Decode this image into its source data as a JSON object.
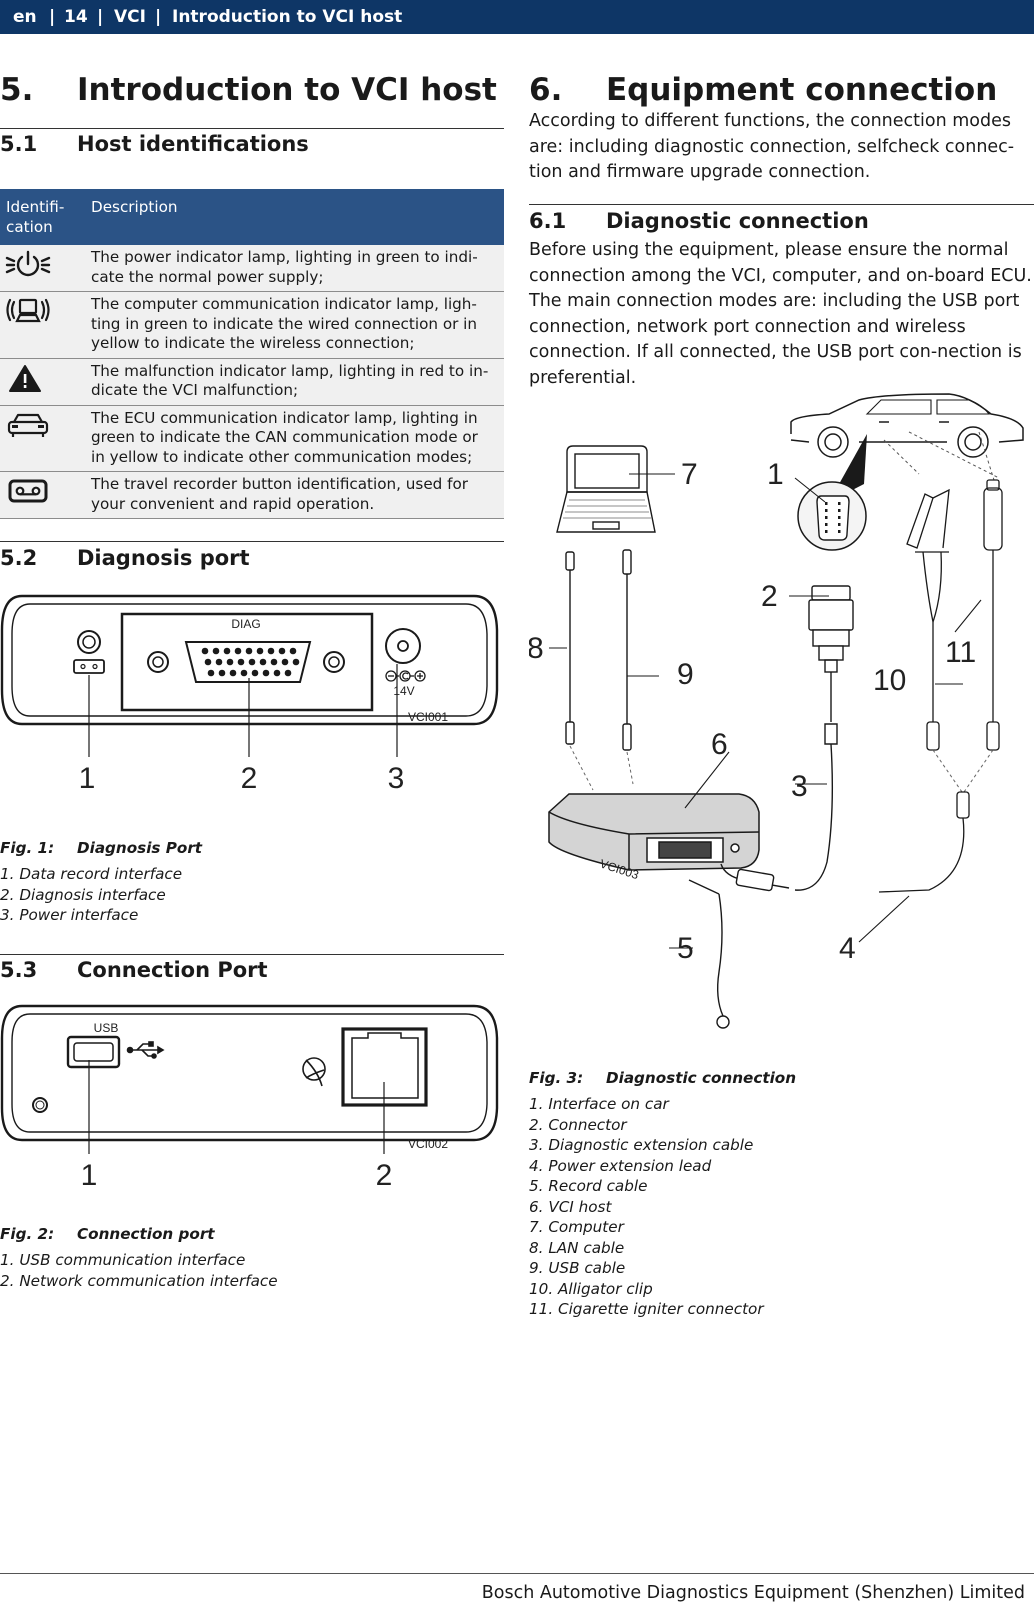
{
  "header": {
    "lang": "en",
    "sep1": "|",
    "page": "14",
    "sep2": "|",
    "product": "VCI",
    "sep3": "|",
    "section": "Introduction to VCI host"
  },
  "sec5": {
    "num": "5.",
    "title": "Introduction to VCI host"
  },
  "sec51": {
    "num": "5.1",
    "title": "Host identifications"
  },
  "table": {
    "col1": "Identifi-\ncation",
    "col2": "Description",
    "rows": [
      {
        "icon": "power-icon",
        "text": "The power indicator lamp, lighting in green to indi-\ncate the normal power supply;"
      },
      {
        "icon": "computer-communication-icon",
        "text": "The computer communication indicator lamp, ligh-\nting in green to indicate the wired connection or in\nyellow to indicate the wireless connection;"
      },
      {
        "icon": "warning-icon",
        "text": "The malfunction indicator lamp, lighting in red to in-\ndicate the VCI malfunction;"
      },
      {
        "icon": "car-icon",
        "text": "The ECU communication indicator lamp, lighting in\ngreen to indicate the CAN communication mode or\nin yellow to indicate other communication modes;"
      },
      {
        "icon": "tape-recorder-icon",
        "text": "The travel recorder button identification, used for\nyour convenient and rapid operation."
      }
    ]
  },
  "sec52": {
    "num": "5.2",
    "title": "Diagnosis port"
  },
  "fig1": {
    "diag_label": "DIAG",
    "voltage": "14V",
    "code": "VCI001",
    "callouts": [
      "1",
      "2",
      "3"
    ],
    "caption_label": "Fig. 1:",
    "caption_title": "Diagnosis Port",
    "items": [
      "1. Data record interface",
      "2. Diagnosis interface",
      "3. Power interface"
    ]
  },
  "sec53": {
    "num": "5.3",
    "title": "Connection Port"
  },
  "fig2": {
    "usb_label": "USB",
    "code": "VCI002",
    "callouts": [
      "1",
      "2"
    ],
    "caption_label": "Fig. 2:",
    "caption_title": "Connection port",
    "items": [
      "1. USB communication interface",
      "2. Network communication interface"
    ]
  },
  "sec6": {
    "num": "6.",
    "title": "Equipment connection",
    "intro": "According to different functions, the connection modes are: including diagnostic connection, selfcheck connec-tion and firmware upgrade connection."
  },
  "sec61": {
    "num": "6.1",
    "title": "Diagnostic connection",
    "body": "Before using the equipment, please ensure the normal connection among the VCI, computer, and on-board ECU. The main connection modes are: including the USB port connection, network port connection and wireless connection. If all connected, the USB port con-nection is preferential."
  },
  "fig3": {
    "code": "VCI003",
    "callouts": [
      "1",
      "2",
      "3",
      "4",
      "5",
      "6",
      "7",
      "8",
      "9",
      "10",
      "11"
    ],
    "caption_label": "Fig. 3:",
    "caption_title": "Diagnostic connection",
    "items": [
      "1. Interface on car",
      "2. Connector",
      "3. Diagnostic extension cable",
      "4. Power extension lead",
      "5. Record cable",
      "6. VCI host",
      "7. Computer",
      "8. LAN cable",
      "9. USB cable",
      "10. Alligator clip",
      "11. Cigarette igniter connector"
    ]
  },
  "footer": {
    "text": "Bosch Automotive Diagnostics Equipment (Shenzhen) Limited"
  }
}
